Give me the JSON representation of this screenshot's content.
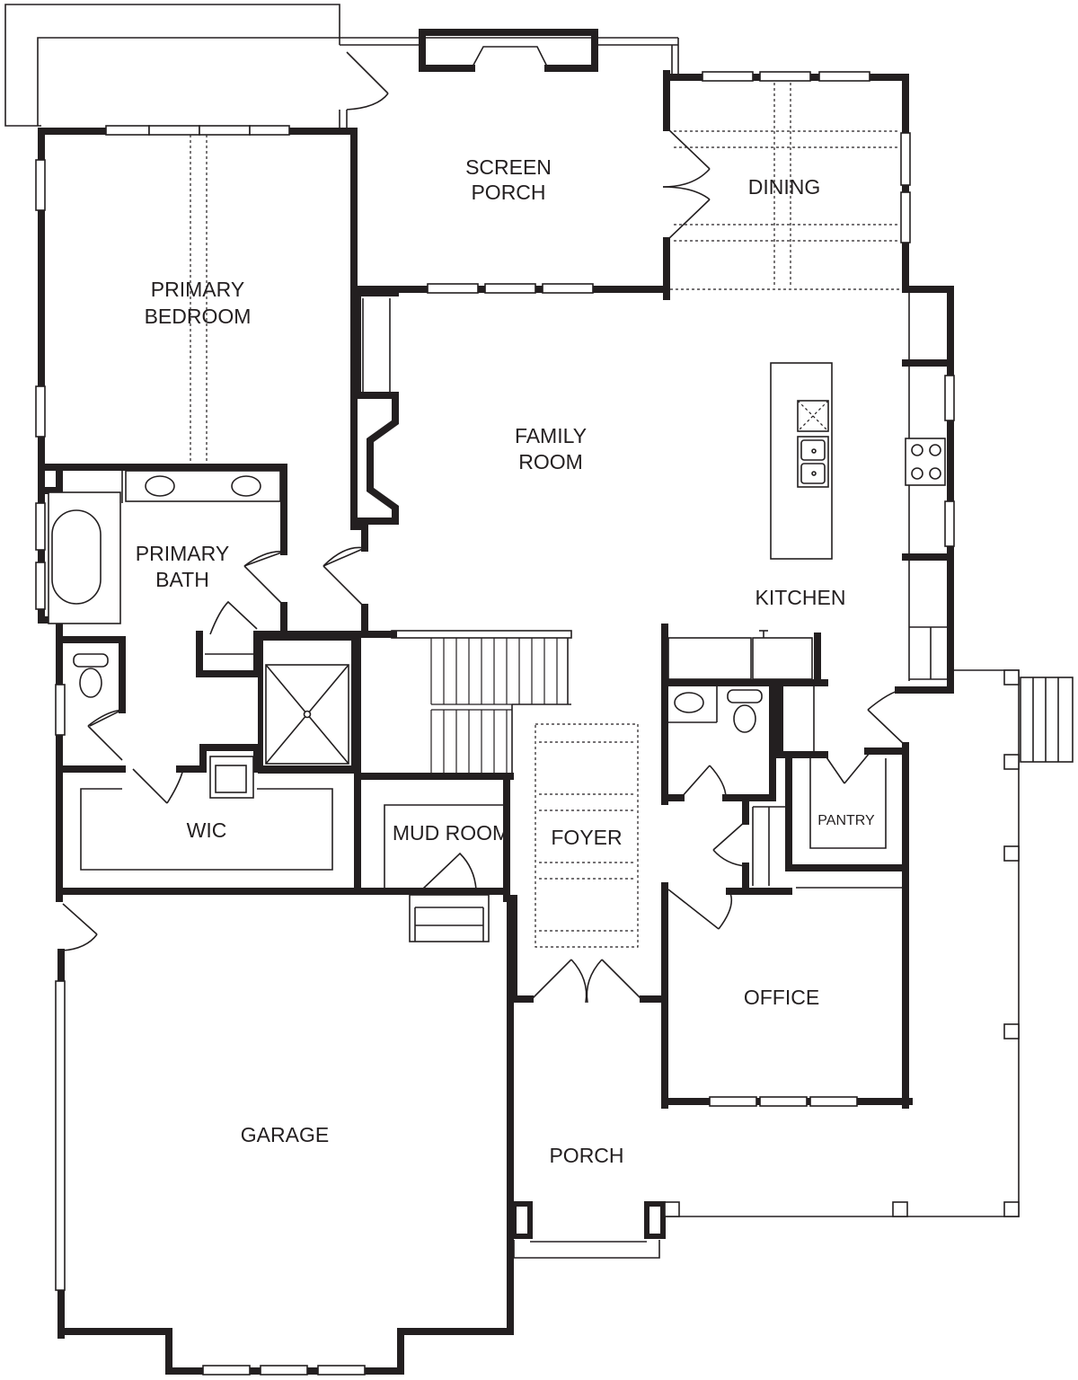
{
  "rooms": {
    "screen_porch": [
      "SCREEN",
      "PORCH"
    ],
    "dining": "DINING",
    "primary_bedroom": [
      "PRIMARY",
      "BEDROOM"
    ],
    "family_room": [
      "FAMILY",
      "ROOM"
    ],
    "primary_bath": [
      "PRIMARY",
      "BATH"
    ],
    "kitchen": "KITCHEN",
    "wic": "WIC",
    "mud_room": "MUD ROOM",
    "foyer": "FOYER",
    "pantry": "PANTRY",
    "office": "OFFICE",
    "garage": "GARAGE",
    "porch": "PORCH"
  },
  "colors": {
    "line": "#231f20",
    "background": "#ffffff"
  }
}
